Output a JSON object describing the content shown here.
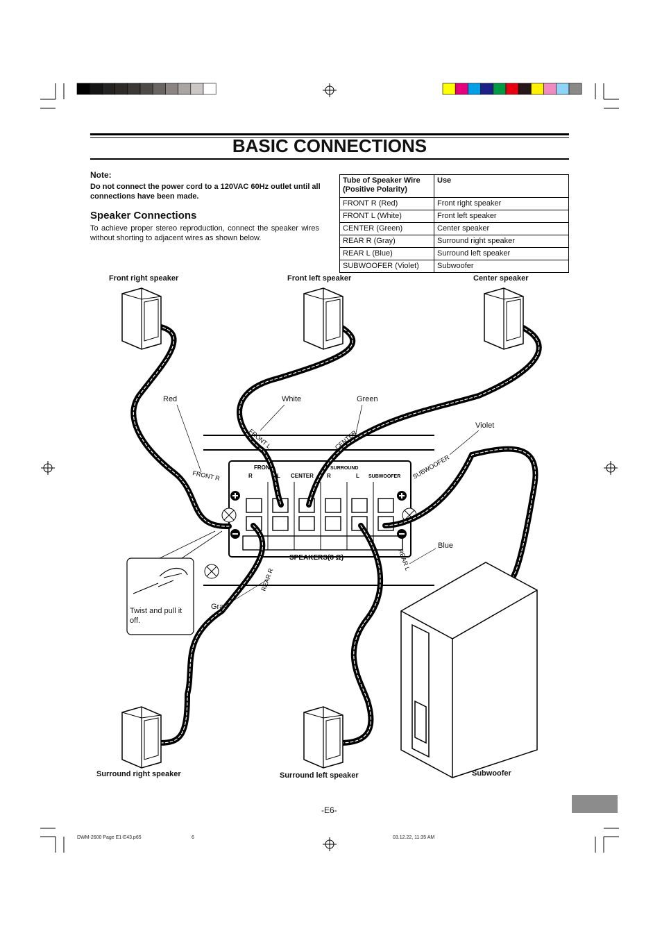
{
  "page": {
    "title": "BASIC CONNECTIONS",
    "note_label": "Note:",
    "note_body": "Do not connect the power cord to a 120VAC 60Hz outlet until all connections have been made.",
    "section_heading": "Speaker Connections",
    "section_body": "To achieve proper stereo reproduction, connect the speaker wires without shorting to adjacent wires as shown below.",
    "page_number": "-E6-"
  },
  "table": {
    "headers": [
      "Tube of Speaker Wire (Positive Polarity)",
      "Use"
    ],
    "rows": [
      [
        "FRONT R (Red)",
        "Front right speaker"
      ],
      [
        "FRONT L (White)",
        "Front left speaker"
      ],
      [
        "CENTER (Green)",
        "Center speaker"
      ],
      [
        "REAR R (Gray)",
        "Surround right speaker"
      ],
      [
        "REAR L (Blue)",
        "Surround left speaker"
      ],
      [
        "SUBWOOFER (Violet)",
        "Subwoofer"
      ]
    ]
  },
  "diagram": {
    "speaker_labels": {
      "front_right": "Front right speaker",
      "front_left": "Front left speaker",
      "center": "Center speaker",
      "surround_right": "Surround right speaker",
      "surround_left": "Surround left speaker",
      "subwoofer": "Subwoofer"
    },
    "wire_colors": {
      "red": "Red",
      "white": "White",
      "green": "Green",
      "violet": "Violet",
      "blue": "Blue",
      "gray": "Gray"
    },
    "tube_labels": {
      "front_r": "FRONT R",
      "front_l": "FRONT L",
      "center": "CENTER",
      "subwoofer": "SUBWOOFER",
      "rear_r": "REAR R",
      "rear_l": "REAR L"
    },
    "panel": {
      "front": "FRONT",
      "surround": "SURROUND",
      "r": "R",
      "l": "L",
      "center": "CENTER",
      "subwoofer": "SUBWOOFER",
      "speakers": "SPEAKERS(8 Ω)"
    },
    "inset_caption": "Twist and pull it off."
  },
  "print_marks": {
    "file": "DWM-2600 Page E1-E43.p65",
    "page": "6",
    "date": "03.12.22, 11:35 AM",
    "gray_swatches": [
      "#000000",
      "#141414",
      "#222222",
      "#2e2a28",
      "#3c3836",
      "#4e4a48",
      "#6a6462",
      "#8a8482",
      "#aaa4a2",
      "#ccc6c4",
      "#ffffff"
    ],
    "color_swatches": [
      "#ffff00",
      "#e6007e",
      "#00a0e9",
      "#1d2088",
      "#009944",
      "#e60012",
      "#231815",
      "#fff100",
      "#f08bc0",
      "#8fd3f5",
      "#898989"
    ]
  }
}
